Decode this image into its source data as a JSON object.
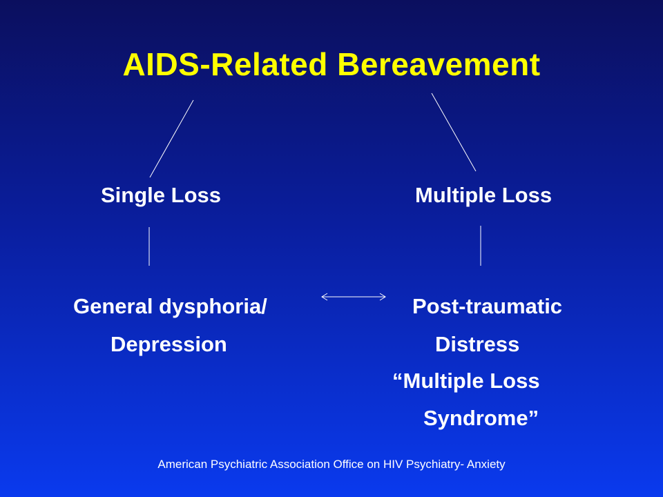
{
  "title": "AIDS-Related Bereavement",
  "nodes": {
    "single_loss": "Single Loss",
    "multiple_loss": "Multiple Loss",
    "general_dysphoria_line1": "General dysphoria/",
    "general_dysphoria_line2": "Depression",
    "post_traumatic_line1": "Post-traumatic",
    "post_traumatic_line2": "Distress",
    "post_traumatic_line3": "“Multiple Loss",
    "post_traumatic_line4": "Syndrome”"
  },
  "footer": "American Psychiatric Association Office on HIV Psychiatry- Anxiety",
  "colors": {
    "title": "#ffff00",
    "text": "#ffffff",
    "connector": "#ffffff"
  }
}
